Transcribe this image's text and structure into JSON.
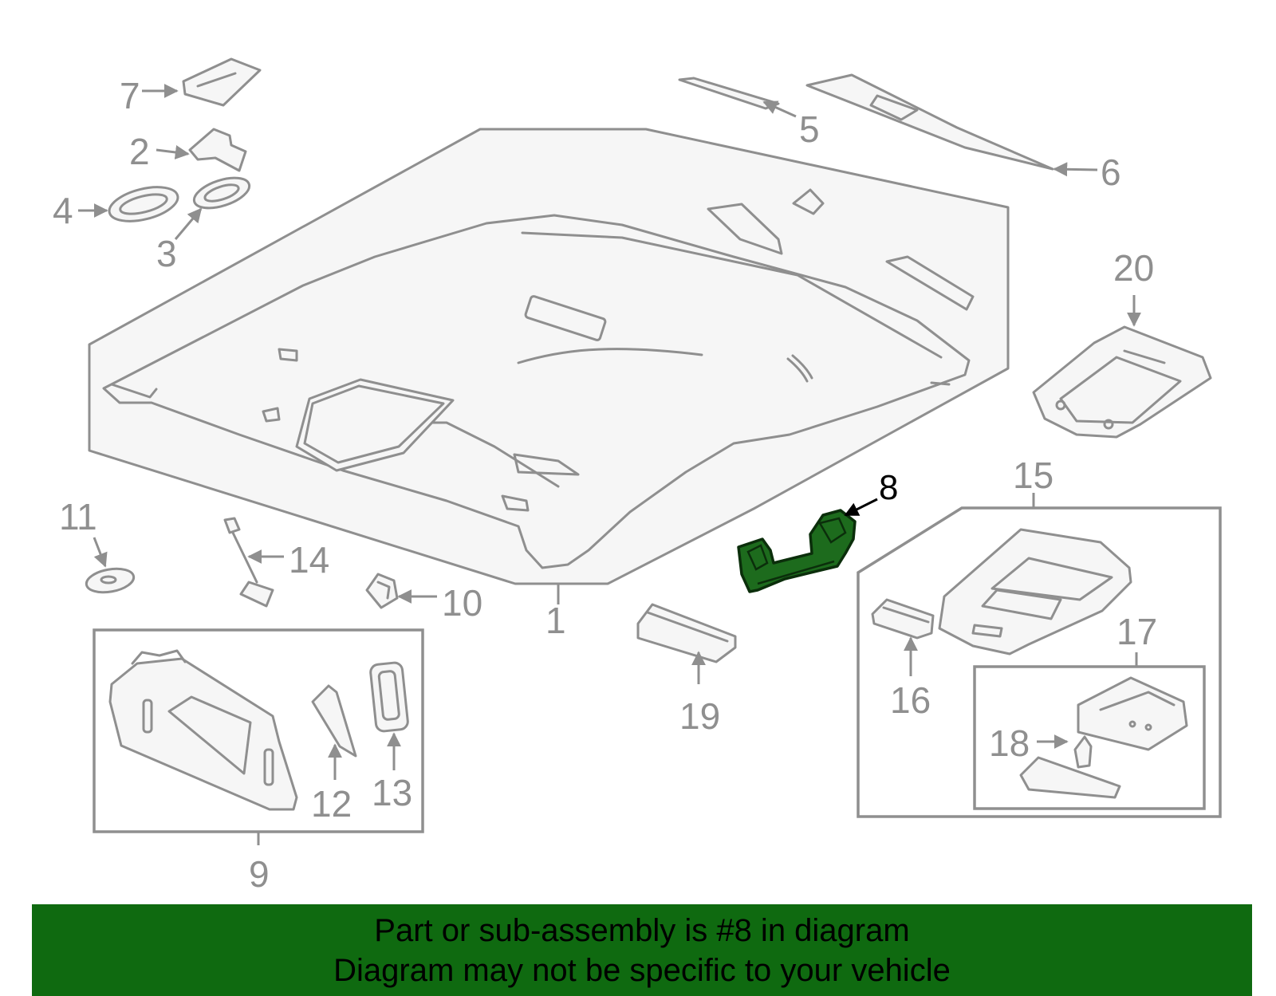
{
  "callouts": {
    "c1": "1",
    "c2": "2",
    "c3": "3",
    "c4": "4",
    "c5": "5",
    "c6": "6",
    "c7": "7",
    "c8": "8",
    "c9": "9",
    "c10": "10",
    "c11": "11",
    "c12": "12",
    "c13": "13",
    "c14": "14",
    "c15": "15",
    "c16": "16",
    "c17": "17",
    "c18": "18",
    "c19": "19",
    "c20": "20"
  },
  "highlighted_part": "8",
  "colors": {
    "highlight": "#1d6b1d",
    "banner": "#0f6a10",
    "line": "#8f8f8f"
  },
  "banner": {
    "line1": "Part or sub-assembly is #8 in diagram",
    "line2": "Diagram may not be specific to your vehicle"
  }
}
